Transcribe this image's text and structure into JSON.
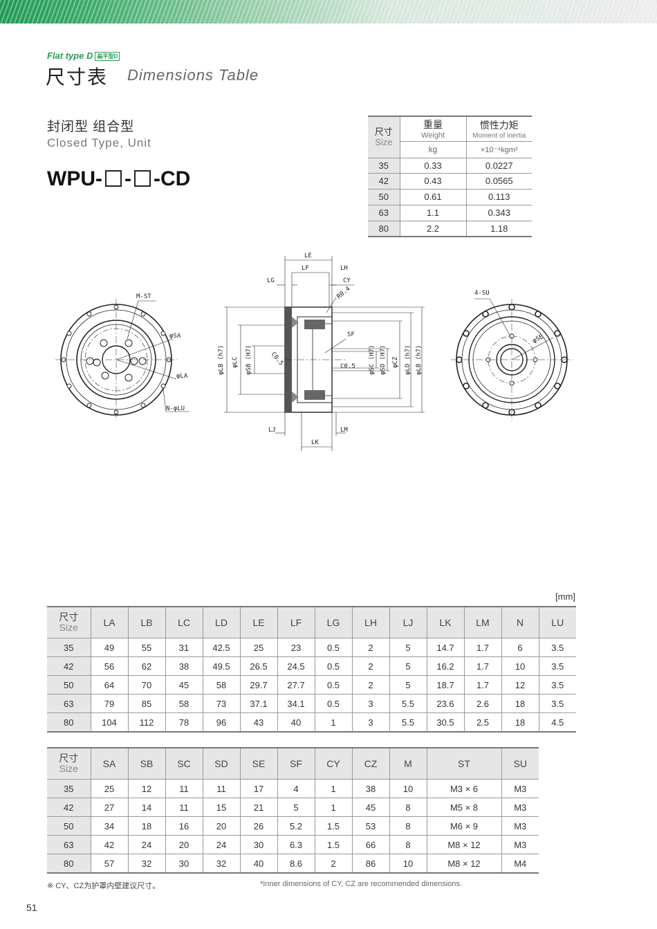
{
  "header": {
    "flat_type": "Flat type D",
    "flat_type_badge": "扁平型D",
    "title_cn": "尺寸表",
    "title_en": "Dimensions Table"
  },
  "subtitle": {
    "cn": "封闭型 组合型",
    "en": "Closed Type, Unit"
  },
  "model": {
    "prefix": "WPU-",
    "sep": "-",
    "suffix": "-CD"
  },
  "weight_table": {
    "size_cn": "尺寸",
    "size_en": "Size",
    "weight_cn": "重量",
    "weight_en": "Weight",
    "inertia_cn": "惯性力矩",
    "inertia_en": "Moment of inertia",
    "weight_unit": "kg",
    "inertia_unit": "×10⁻⁴kgm²",
    "rows": [
      [
        "35",
        "0.33",
        "0.0227"
      ],
      [
        "42",
        "0.43",
        "0.0565"
      ],
      [
        "50",
        "0.61",
        "0.113"
      ],
      [
        "63",
        "1.1",
        "0.343"
      ],
      [
        "80",
        "2.2",
        "1.18"
      ]
    ]
  },
  "drawing_labels": {
    "mst": "M-ST",
    "sa": "φSA",
    "la": "φLA",
    "nlu": "N-φLU",
    "le": "LE",
    "lf": "LF",
    "lh": "LH",
    "lg": "LG",
    "cy": "CY",
    "r04": "R0.4",
    "sf": "SF",
    "c05a": "C0.5",
    "c05b": "C0.5",
    "lb1": "φLB (h7)",
    "lc": "φLC",
    "sb": "φSB (H7)",
    "sc": "φSC (H7)",
    "sd": "φSD (H7)",
    "cz": "φCZ",
    "ld": "φLD (h7)",
    "lb2": "φLB (h7)",
    "lj": "LJ",
    "lm": "LM",
    "lk": "LK",
    "su": "4-SU",
    "se": "φSE"
  },
  "unit_label": "[mm]",
  "size_header": {
    "cn": "尺寸",
    "en": "Size"
  },
  "dim_table1": {
    "headers": [
      "LA",
      "LB",
      "LC",
      "LD",
      "LE",
      "LF",
      "LG",
      "LH",
      "LJ",
      "LK",
      "LM",
      "N",
      "LU"
    ],
    "rows": [
      [
        "35",
        "49",
        "55",
        "31",
        "42.5",
        "25",
        "23",
        "0.5",
        "2",
        "5",
        "14.7",
        "1.7",
        "6",
        "3.5"
      ],
      [
        "42",
        "56",
        "62",
        "38",
        "49.5",
        "26.5",
        "24.5",
        "0.5",
        "2",
        "5",
        "16.2",
        "1.7",
        "10",
        "3.5"
      ],
      [
        "50",
        "64",
        "70",
        "45",
        "58",
        "29.7",
        "27.7",
        "0.5",
        "2",
        "5",
        "18.7",
        "1.7",
        "12",
        "3.5"
      ],
      [
        "63",
        "79",
        "85",
        "58",
        "73",
        "37.1",
        "34.1",
        "0.5",
        "3",
        "5.5",
        "23.6",
        "2.6",
        "18",
        "3.5"
      ],
      [
        "80",
        "104",
        "112",
        "78",
        "96",
        "43",
        "40",
        "1",
        "3",
        "5.5",
        "30.5",
        "2.5",
        "18",
        "4.5"
      ]
    ]
  },
  "dim_table2": {
    "headers": [
      "SA",
      "SB",
      "SC",
      "SD",
      "SE",
      "SF",
      "CY",
      "CZ",
      "M",
      "ST",
      "SU"
    ],
    "rows": [
      [
        "35",
        "25",
        "12",
        "11",
        "11",
        "17",
        "4",
        "1",
        "38",
        "10",
        "M3 × 6",
        "M3"
      ],
      [
        "42",
        "27",
        "14",
        "11",
        "15",
        "21",
        "5",
        "1",
        "45",
        "8",
        "M5 × 8",
        "M3"
      ],
      [
        "50",
        "34",
        "18",
        "16",
        "20",
        "26",
        "5.2",
        "1.5",
        "53",
        "8",
        "M6 × 9",
        "M3"
      ],
      [
        "63",
        "42",
        "24",
        "20",
        "24",
        "30",
        "6.3",
        "1.5",
        "66",
        "8",
        "M8 × 12",
        "M3"
      ],
      [
        "80",
        "57",
        "32",
        "30",
        "32",
        "40",
        "8.6",
        "2",
        "86",
        "10",
        "M8 × 12",
        "M4"
      ]
    ]
  },
  "notes": {
    "cn": "※ CY、CZ为护罩内壁建议尺寸。",
    "en": "*Inner dimensions of CY, CZ are recommended dimensions."
  },
  "page_number": "51"
}
